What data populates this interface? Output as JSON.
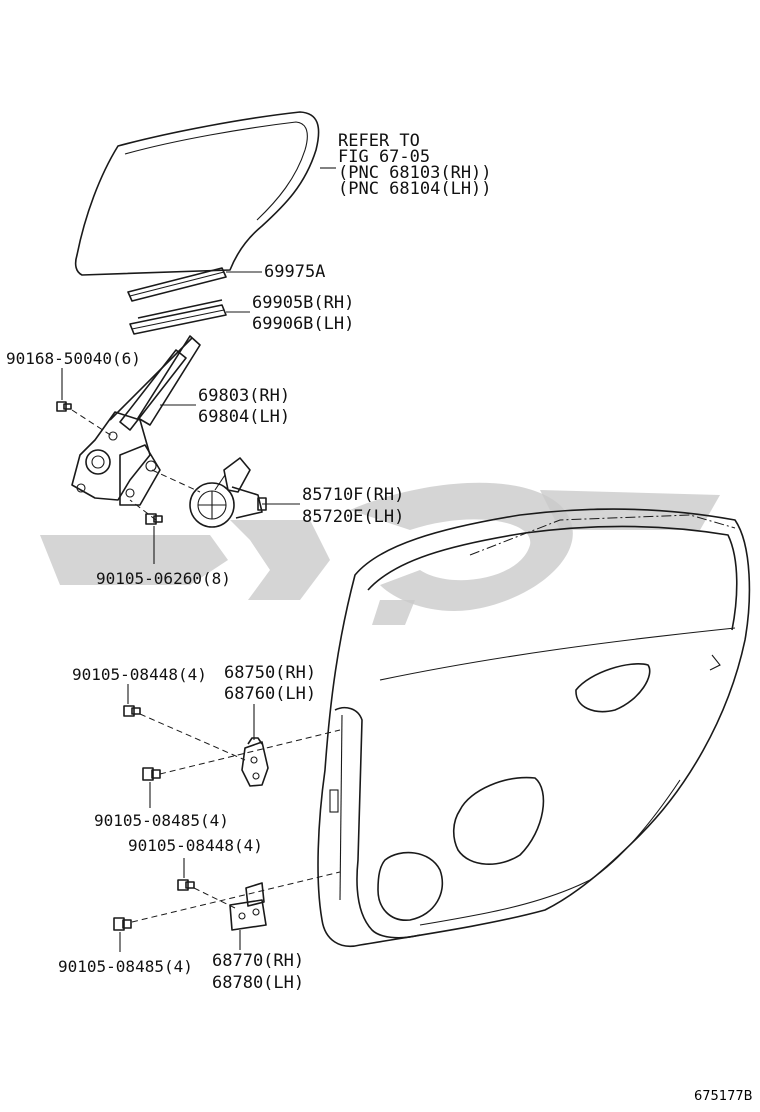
{
  "callouts": {
    "glass_ref": [
      "REFER TO",
      "FIG 67-05",
      "(PNC 68103(RH))",
      "(PNC 68104(LH))"
    ],
    "run_channel": "69975A",
    "weatherstrip": [
      "69905B(RH)",
      "69906B(LH)"
    ],
    "bolt_regulator": "90168-50040(6)",
    "regulator": [
      "69803(RH)",
      "69804(LH)"
    ],
    "motor": [
      "85710F(RH)",
      "85720E(LH)"
    ],
    "bolt_motor": "90105-06260(8)",
    "bolt_upper_hinge_a": "90105-08448(4)",
    "upper_hinge": [
      "68750(RH)",
      "68760(LH)"
    ],
    "bolt_upper_hinge_b": "90105-08485(4)",
    "bolt_lower_hinge_a": "90105-08448(4)",
    "bolt_lower_hinge_b": "90105-08485(4)",
    "lower_hinge": [
      "68770(RH)",
      "68780(LH)"
    ]
  },
  "figure_id": "675177B",
  "colors": {
    "line": "#1a1a1a",
    "watermark": "#c9c9c9",
    "background": "#ffffff"
  }
}
